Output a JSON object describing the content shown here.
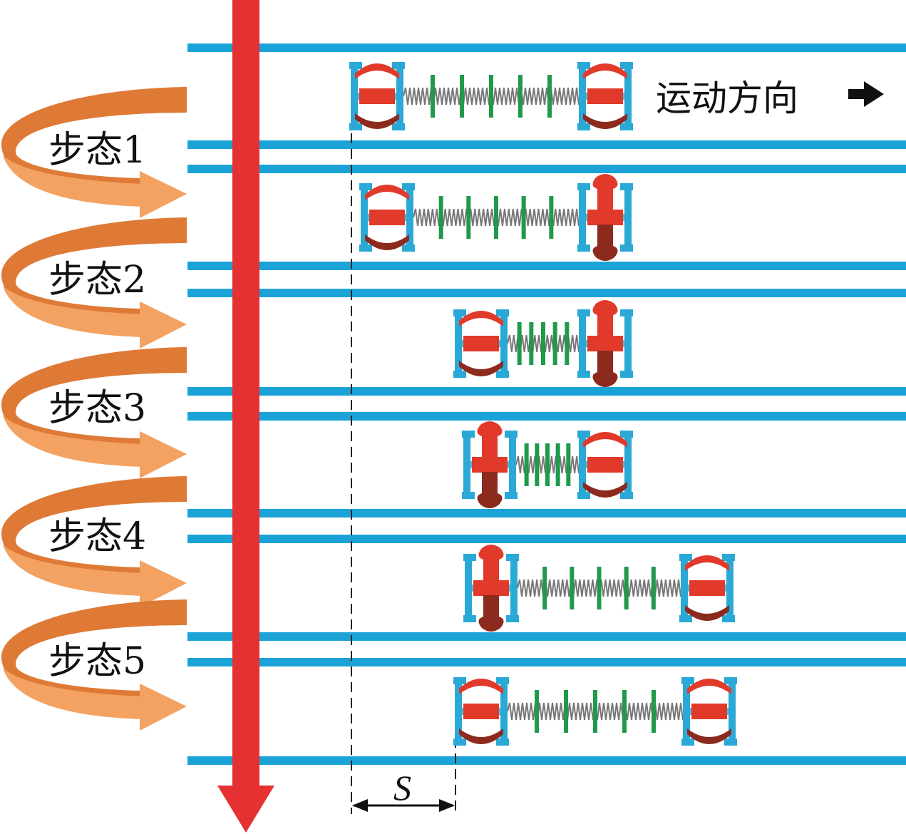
{
  "direction_label": "运动方向",
  "distance_label": "S",
  "gaits": [
    {
      "label": "步态1",
      "front": "open",
      "rear": "open",
      "spring": "extended"
    },
    {
      "label": "步态2",
      "front": "clamped",
      "rear": "open",
      "spring": "extended"
    },
    {
      "label": "步态3",
      "front": "clamped",
      "rear": "open",
      "spring": "contracted"
    },
    {
      "label": "步态4",
      "front": "open",
      "rear": "clamped",
      "spring": "contracted"
    },
    {
      "label": "步态5",
      "front": "open",
      "rear": "clamped",
      "spring": "extended"
    }
  ],
  "colors": {
    "pipe": "#1ba3d8",
    "time_arrow": "#e53132",
    "spiral_dark": "#de7a36",
    "spiral_light": "#f3a262",
    "frame": "#2aa9d6",
    "clamp": "#e13a2a",
    "clamp_dark": "#8c2a1e",
    "fin": "#1f9a4a",
    "spring": "#777777"
  }
}
